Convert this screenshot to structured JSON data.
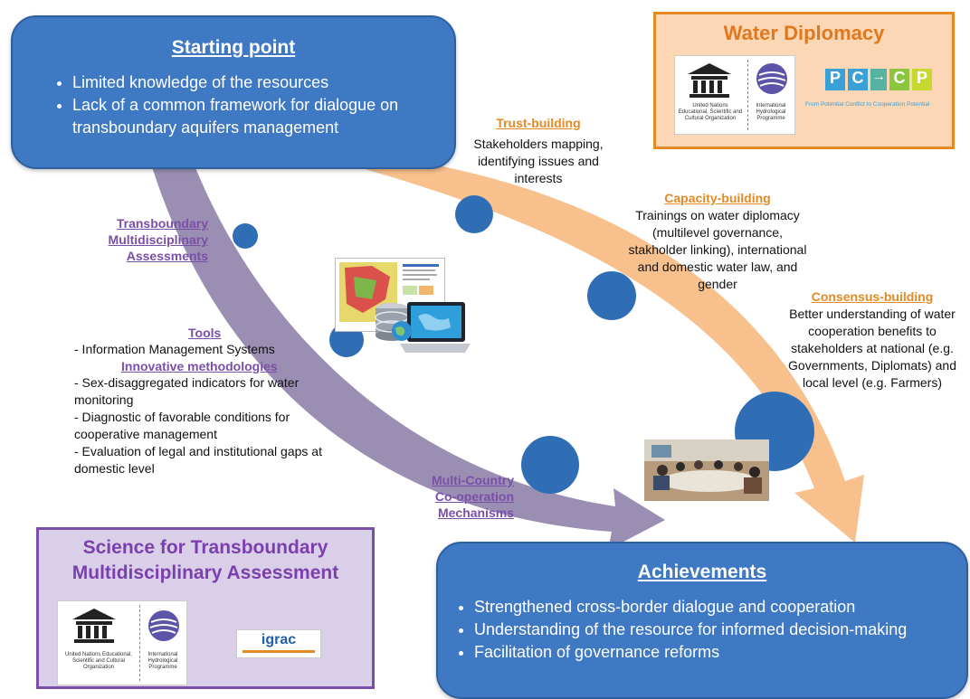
{
  "starting_point": {
    "title": "Starting point",
    "bullets": [
      "Limited knowledge of the resources",
      "Lack of a common framework for dialogue on transboundary aquifers management"
    ]
  },
  "water_diplomacy": {
    "title": "Water Diplomacy",
    "unesco_org": "United Nations Educational, Scientific and Cultural Organization",
    "ihp": "International Hydrological Programme",
    "pccp_letters": [
      "P",
      "C",
      "→",
      "C",
      "P"
    ],
    "pccp_caption": "From Potential Conflict to Cooperation Potential"
  },
  "orange_path": {
    "trust": {
      "label": "Trust-building",
      "text": "Stakeholders mapping, identifying issues and interests"
    },
    "capacity": {
      "label": "Capacity-building",
      "text": "Trainings on water diplomacy (multilevel governance, stakholder linking), international and domestic water law, and gender"
    },
    "consensus": {
      "label": "Consensus-building",
      "text": "Better understanding of water cooperation benefits to stakeholders at national (e.g. Governments, Diplomats) and local level (e.g. Farmers)"
    }
  },
  "purple_path": {
    "assessments_label": "Transboundary Multidisciplinary Assessments",
    "tools_label": "Tools",
    "tools_item": "- Information Management Systems",
    "methods_label": "Innovative methodologies",
    "methods_items": [
      "- Sex-disaggregated indicators for water monitoring",
      "- Diagnostic of favorable conditions for cooperative management",
      "- Evaluation of legal and institutional gaps at domestic level"
    ],
    "mechanisms_label": "Multi-Country Co-operation Mechanisms"
  },
  "science_box": {
    "title": "Science for Transboundary Multidisciplinary Assessment",
    "unesco_org": "United Nations Educational, Scientific and Cultural Organization",
    "ihp": "International Hydrological Programme",
    "igrac": "igrac"
  },
  "achievements": {
    "title": "Achievements",
    "bullets": [
      "Strengthened cross-border dialogue and cooperation",
      "Understanding of the resource for informed decision-making",
      "Facilitation of governance reforms"
    ]
  },
  "colors": {
    "box_blue": "#3f78c3",
    "purple_arrow": "#9a8fb2",
    "orange_arrow": "#f7c08c",
    "node_blue": "#2f6eb5",
    "diplomacy_bg": "#fbd7b5",
    "science_bg": "#d9cfe8"
  },
  "icons": [
    "unesco-logo",
    "ihp-logo",
    "pccp-logo",
    "igrac-logo",
    "map-screenshot",
    "database-icon",
    "laptop-icon",
    "meeting-photo"
  ]
}
